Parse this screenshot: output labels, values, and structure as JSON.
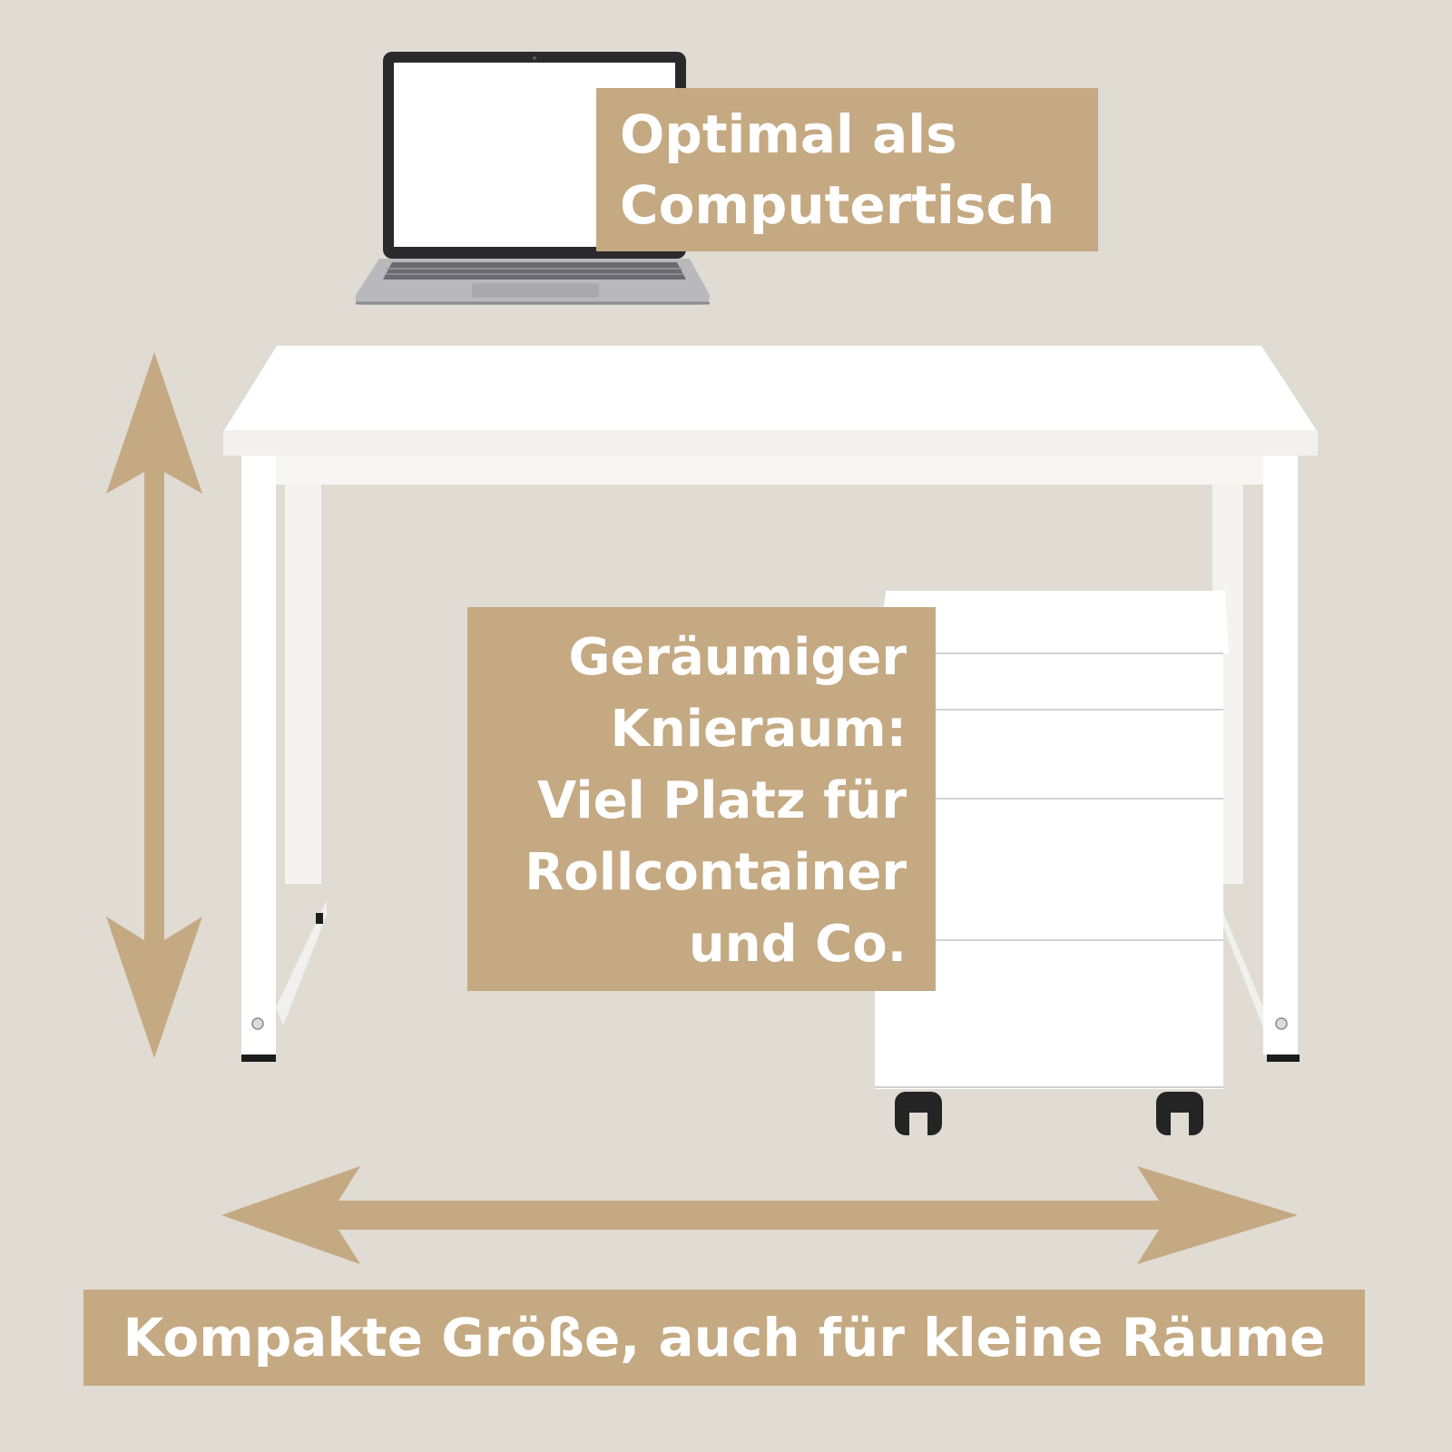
{
  "labels": {
    "computer_desk": {
      "lines": [
        "Optimal als",
        "Computertisch"
      ]
    },
    "knee_space": {
      "lines": [
        "Geräumiger",
        "Knieraum:",
        "Viel Platz für",
        "Rollcontainer",
        "und Co."
      ]
    },
    "compact": {
      "text": "Kompakte Größe, auch für kleine Räume"
    }
  },
  "colors": {
    "background": "#e0dcd4",
    "accent": "#c4a982",
    "label_text": "#ffffff",
    "furniture": "#ffffff"
  },
  "icons": {
    "height_arrow": "double-arrow-vertical",
    "width_arrow": "double-arrow-horizontal"
  }
}
